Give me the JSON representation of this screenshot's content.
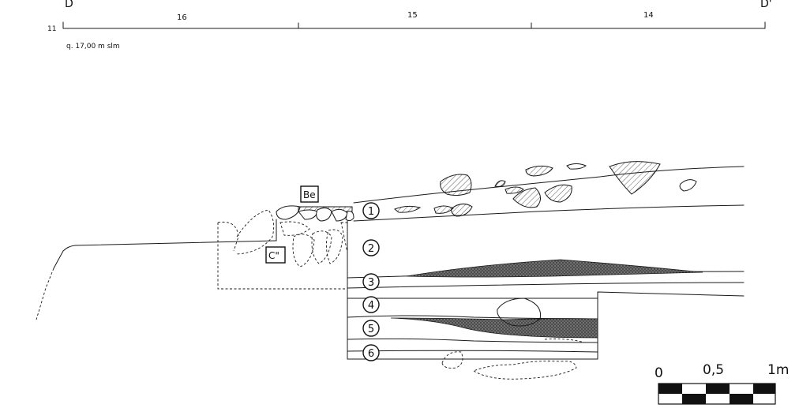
{
  "section": {
    "left_label": "D",
    "right_label": "D'",
    "row_label": "11",
    "elevation": "q. 17,00 m slm",
    "grid_labels": [
      "16",
      "15",
      "14"
    ]
  },
  "boxed_labels": {
    "be": "Be",
    "c": "C\""
  },
  "layers": [
    "1",
    "2",
    "3",
    "4",
    "5",
    "6"
  ],
  "scale_bar": {
    "labels": [
      "0",
      "0,5",
      "1m"
    ]
  },
  "colors": {
    "ink": "#1a1a1a",
    "background": "#ffffff"
  }
}
